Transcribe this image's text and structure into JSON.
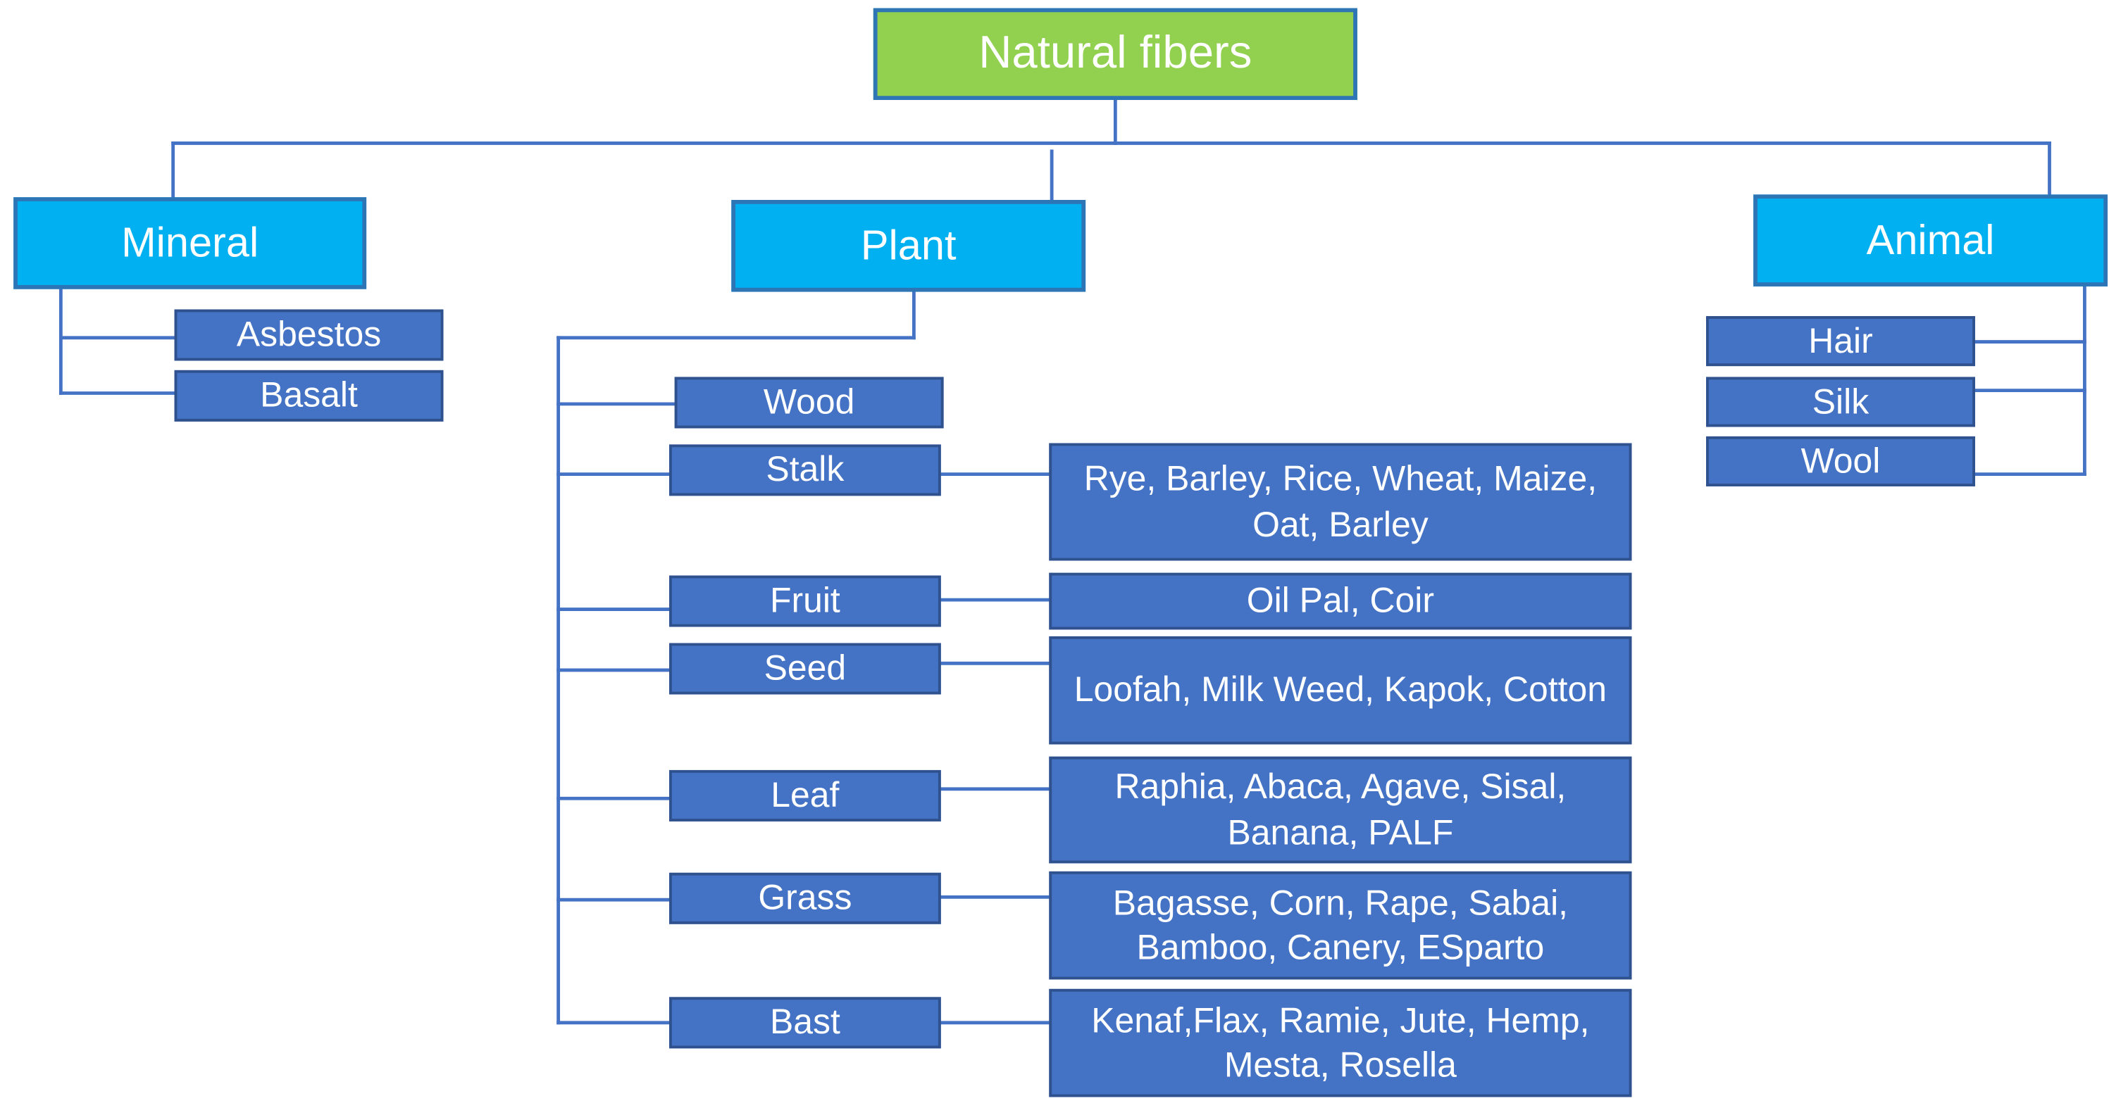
{
  "root": {
    "label": "Natural fibers"
  },
  "colors": {
    "root_fill": "#92d050",
    "category_fill": "#00b0f0",
    "node_fill": "#4472c4",
    "connector": "#4472c4",
    "text": "#ffffff"
  },
  "categories": {
    "mineral": {
      "label": "Mineral",
      "children": [
        {
          "label": "Asbestos"
        },
        {
          "label": "Basalt"
        }
      ]
    },
    "plant": {
      "label": "Plant",
      "children": [
        {
          "label": "Wood",
          "examples": ""
        },
        {
          "label": "Stalk",
          "examples": "Rye, Barley, Rice, Wheat, Maize, Oat, Barley"
        },
        {
          "label": "Fruit",
          "examples": "Oil Pal, Coir"
        },
        {
          "label": "Seed",
          "examples": "Loofah, Milk Weed, Kapok, Cotton"
        },
        {
          "label": "Leaf",
          "examples": "Raphia, Abaca, Agave, Sisal, Banana, PALF"
        },
        {
          "label": "Grass",
          "examples": "Bagasse, Corn, Rape, Sabai, Bamboo, Canery, ESparto"
        },
        {
          "label": "Bast",
          "examples": "Kenaf,Flax, Ramie, Jute, Hemp, Mesta, Rosella"
        }
      ]
    },
    "animal": {
      "label": "Animal",
      "children": [
        {
          "label": "Hair"
        },
        {
          "label": "Silk"
        },
        {
          "label": "Wool"
        }
      ]
    }
  }
}
